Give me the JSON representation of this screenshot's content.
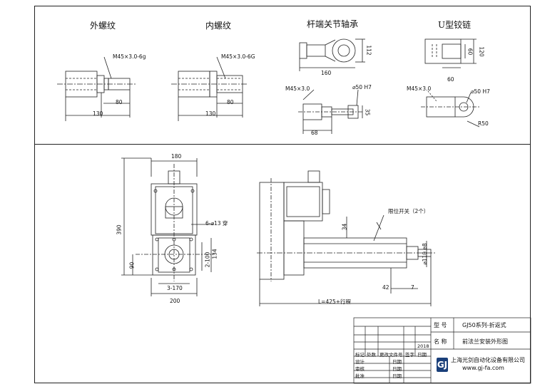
{
  "views": {
    "external_thread": {
      "title": "外螺纹",
      "spec": "M45×3.0-6g",
      "dim_a": "80",
      "dim_b": "130"
    },
    "internal_thread": {
      "title": "内螺纹",
      "spec": "M45×3.0-6G",
      "dim_a": "80",
      "dim_b": "130"
    },
    "rod_end_bearing": {
      "title": "杆端关节轴承",
      "dim_h": "112",
      "dim_len": "160",
      "spec": "M45×3.0",
      "bore": "⌀50 H7",
      "dim_w": "35",
      "dim_s": "68"
    },
    "u_clevis": {
      "title": "U型铰链",
      "dim_a": "60",
      "dim_b": "120",
      "dim_c": "60",
      "spec": "M45×3.0",
      "bore": "⌀50 H7",
      "radius": "R50"
    }
  },
  "front_view": {
    "dim_top": "180",
    "dim_height": "390",
    "holes": "6-⌀13 穿",
    "dim_134": "134",
    "dim_2x100": "2-100",
    "dim_90": "90",
    "dim_3x170": "3-170",
    "dim_200": "200"
  },
  "side_view": {
    "limit_switch": "限位开关（2个）",
    "dim_34": "34",
    "dim_dia110": "⌀110 e8",
    "dim_42": "42",
    "dim_7": "7",
    "dim_total": "L=425+行程"
  },
  "title_block": {
    "model_label": "型 号",
    "model_value": "GJ50系列-折返式",
    "name_label": "名 称",
    "name_value": "前法兰安装外形图",
    "year": "2018",
    "col_mark": "标记",
    "col_count": "处数",
    "col_doc": "更改文件号",
    "col_sign": "签字",
    "col_date": "日期",
    "row_design": "设计",
    "row_check": "审核",
    "row_approve": "批准",
    "date_label": "日期",
    "company": "上海光剑自动化设备有限公司",
    "website": "www.gj-fa.com",
    "logo_text": "GJ"
  }
}
